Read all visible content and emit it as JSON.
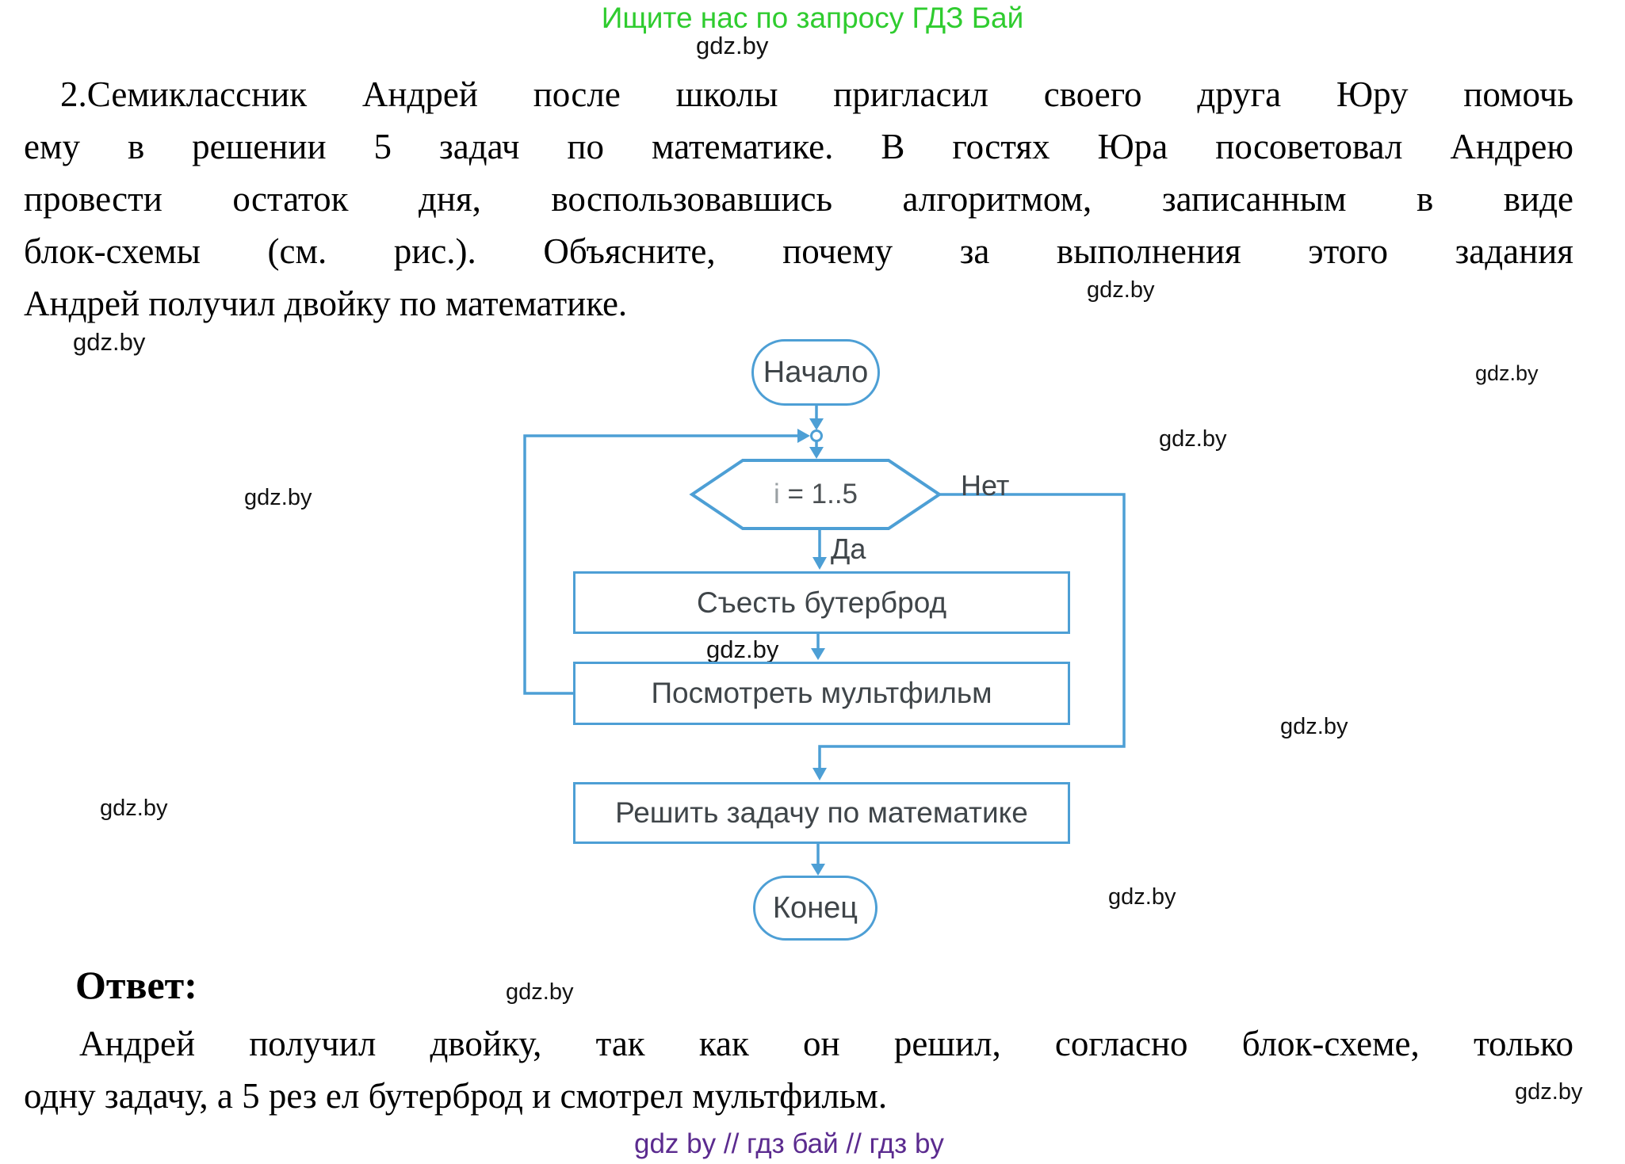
{
  "banner": {
    "text": "Ищите нас по запросу ГДЗ Бай",
    "color": "#2fcc2f"
  },
  "watermark": "gdz.by",
  "problem": {
    "lines": [
      "2.Семиклассник Андрей после школы пригласил своего друга Юру помочь",
      "ему в решении 5 задач по математике. В гостях Юра посоветовал Андрею",
      "провести остаток дня, воспользовавшись алгоритмом, записанным в виде",
      "блок-схемы (см. рис.). Объясните, почему за выполнения этого задания",
      "Андрей получил двойку по математике."
    ]
  },
  "flowchart": {
    "start_label": "Начало",
    "condition_var": "i",
    "condition_rest": " = 1..5",
    "yes_label": "Да",
    "no_label": "Нет",
    "step1_label": "Съесть бутерброд",
    "step2_label": "Посмотреть мультфильм",
    "step3_label": "Решить задачу по математике",
    "end_label": "Конец",
    "stroke_color": "#4d9fd5",
    "text_color": "#3f4549"
  },
  "answer": {
    "heading": "Ответ:",
    "lines": [
      "Андрей получил двойку, так как он решил, согласно блок-схеме, только",
      "одну задачу, а 5 рез ел бутерброд и смотрел мультфильм."
    ]
  },
  "footer": {
    "text": "gdz by  //  гдз бай  //  гдз by",
    "color": "#5b2b8f"
  }
}
